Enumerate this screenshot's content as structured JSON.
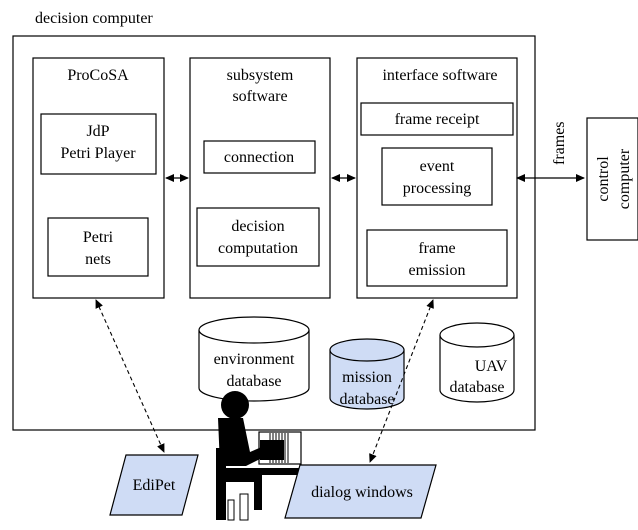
{
  "title": "decision computer",
  "modules": {
    "procosa": {
      "title": "ProCoSA",
      "player_line1": "JdP",
      "player_line2": "Petri Player",
      "nets_line1": "Petri",
      "nets_line2": "nets"
    },
    "subsystem": {
      "title_line1": "subsystem",
      "title_line2": "software",
      "connection": "connection",
      "decision_line1": "decision",
      "decision_line2": "computation"
    },
    "interface": {
      "title": "interface software",
      "frame_receipt": "frame receipt",
      "event_line1": "event",
      "event_line2": "processing",
      "emission_line1": "frame",
      "emission_line2": "emission"
    }
  },
  "databases": {
    "environment": {
      "line1": "environment",
      "line2": "database"
    },
    "mission": {
      "line1": "mission",
      "line2": "database",
      "fill": "#cfdcf5"
    },
    "uav": {
      "line1": "UAV",
      "line2": "database"
    }
  },
  "control_computer": {
    "line1": "control",
    "line2": "computer"
  },
  "frames_label": "frames",
  "windows": {
    "edipet": "EdiPet",
    "dialog": "dialog windows",
    "fill": "#cfdcf5"
  },
  "icons": {
    "operator": "operator-at-computer-icon"
  }
}
